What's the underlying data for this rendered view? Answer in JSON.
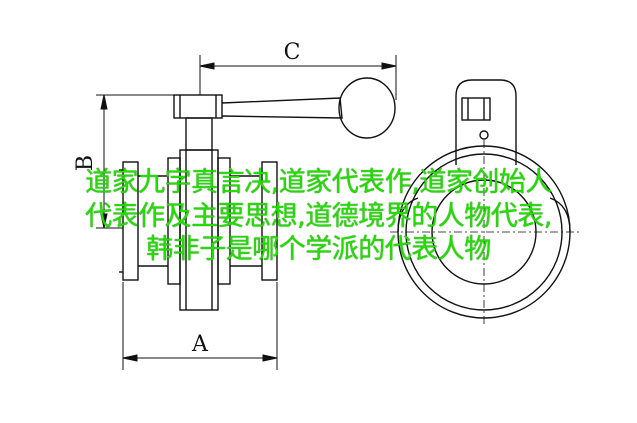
{
  "dimensions": {
    "label_c": "C",
    "label_b": "B",
    "label_a": "A"
  },
  "overlay": {
    "line1": "道家九字真言决,道家代表作,道家创始人",
    "line2": "代表作及主要思想,道德境界的人物代表,",
    "line3": "韩非子是哪个学派的代表人物"
  },
  "colors": {
    "line": "#111111",
    "overlay_text": "#22dd00",
    "background": "#ffffff"
  }
}
